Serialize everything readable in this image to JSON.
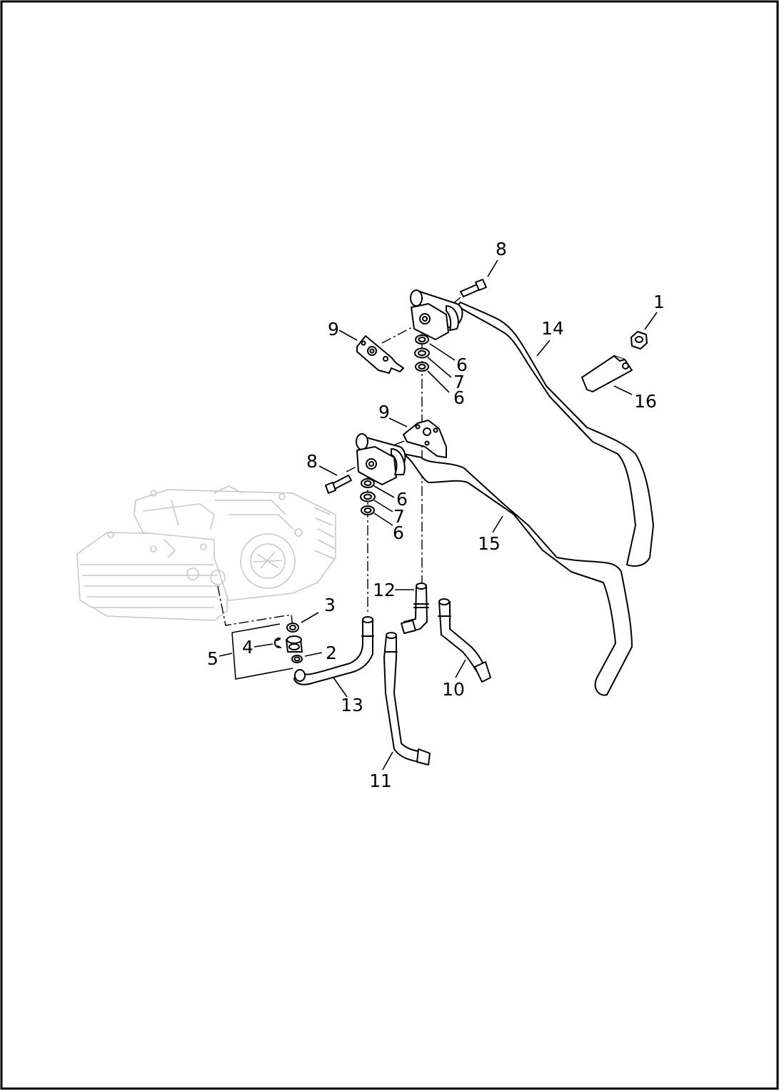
{
  "figure": {
    "type": "exploded-parts-diagram",
    "callouts": [
      {
        "id": "c1",
        "label": "1"
      },
      {
        "id": "c2",
        "label": "2"
      },
      {
        "id": "c3",
        "label": "3"
      },
      {
        "id": "c4",
        "label": "4"
      },
      {
        "id": "c5",
        "label": "5"
      },
      {
        "id": "c6a",
        "label": "6"
      },
      {
        "id": "c6b",
        "label": "6"
      },
      {
        "id": "c6c",
        "label": "6"
      },
      {
        "id": "c6d",
        "label": "6"
      },
      {
        "id": "c7a",
        "label": "7"
      },
      {
        "id": "c7b",
        "label": "7"
      },
      {
        "id": "c8a",
        "label": "8"
      },
      {
        "id": "c8b",
        "label": "8"
      },
      {
        "id": "c9a",
        "label": "9"
      },
      {
        "id": "c9b",
        "label": "9"
      },
      {
        "id": "c10",
        "label": "10"
      },
      {
        "id": "c11",
        "label": "11"
      },
      {
        "id": "c12",
        "label": "12"
      },
      {
        "id": "c13",
        "label": "13"
      },
      {
        "id": "c14",
        "label": "14"
      },
      {
        "id": "c15",
        "label": "15"
      },
      {
        "id": "c16",
        "label": "16"
      }
    ]
  }
}
